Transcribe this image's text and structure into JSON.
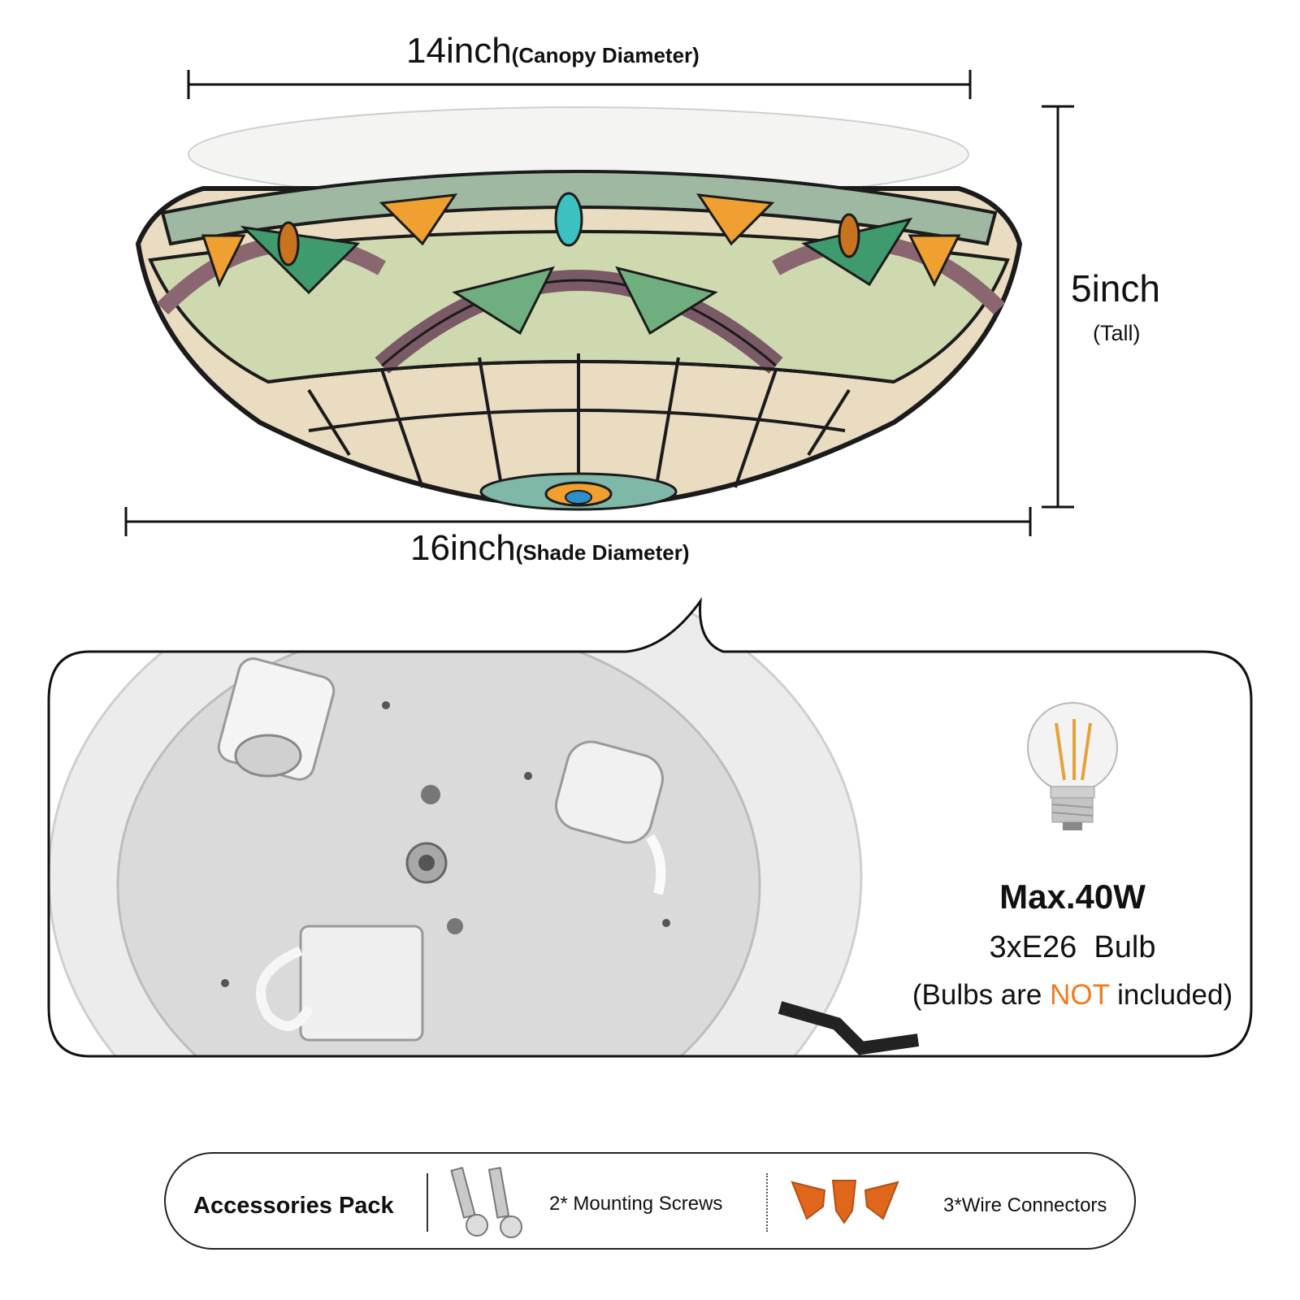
{
  "dimensions": {
    "canopy_value": "14inch",
    "canopy_label": "(Canopy Diameter)",
    "shade_value": "16inch",
    "shade_label": "(Shade Diameter)",
    "height_value": "5inch",
    "height_label": "(Tall)"
  },
  "bulb_info": {
    "max_watt": "Max.40W",
    "bulb_type": "3xE26  Bulb",
    "note_prefix": "(Bulbs are ",
    "note_highlight": "NOT",
    "note_suffix": " included)"
  },
  "accessories": {
    "title": "Accessories Pack",
    "screws": "2* Mounting Screws",
    "connectors": "3*Wire Connectors"
  },
  "colors": {
    "highlight": "#f07a20",
    "lead_line": "#1a1a1a",
    "connector_orange": "#e0661c"
  }
}
